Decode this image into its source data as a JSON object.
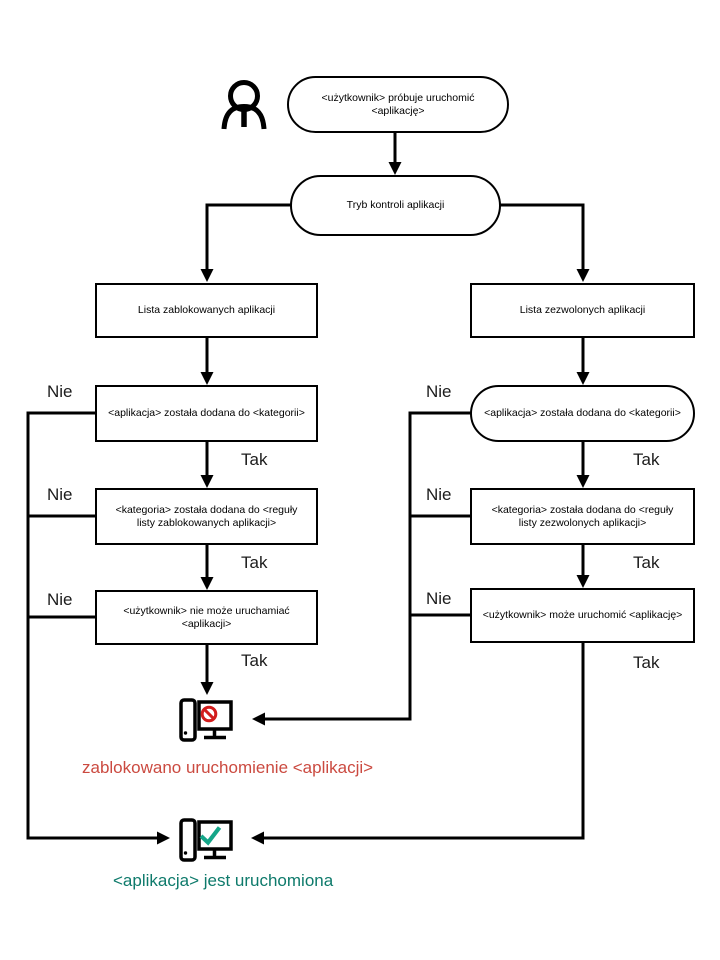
{
  "labels": {
    "no": "Nie",
    "yes": "Tak"
  },
  "nodes": {
    "start": {
      "line1": "<użytkownik> próbuje uruchomić",
      "line2": "<aplikację>"
    },
    "mode": {
      "label": "Tryb kontroli aplikacji"
    },
    "deny_list": {
      "label": "Lista zablokowanych aplikacji"
    },
    "allow_list": {
      "label": "Lista zezwolonych aplikacji"
    },
    "deny_app_in_category": {
      "label": "<aplikacja> została dodana do <kategorii>"
    },
    "allow_app_in_category": {
      "label": "<aplikacja> została dodana do <kategorii>"
    },
    "deny_category_in_rule": {
      "line1": "<kategoria> została dodana do <reguły",
      "line2": "listy zablokowanych aplikacji>"
    },
    "allow_category_in_rule": {
      "line1": "<kategoria> została dodana do <reguły",
      "line2": "listy zezwolonych aplikacji>"
    },
    "deny_user_cannot_run": {
      "line1": "<użytkownik> nie może uruchamiać",
      "line2": "<aplikacji>"
    },
    "allow_user_can_run": {
      "label": "<użytkownik> może uruchomić <aplikację>"
    }
  },
  "outcomes": {
    "blocked": "zablokowano uruchomienie <aplikacji>",
    "running": "<aplikacja> jest uruchomiona"
  },
  "icons": {
    "person": "user-icon",
    "blocked_computer": "computer-blocked-icon",
    "running_computer": "computer-running-icon"
  },
  "colors": {
    "line": "#000000",
    "blocked_text": "#cb4a40",
    "running_text": "#0e7a6b",
    "block_sign": "#d21d1d",
    "check_mark": "#15a689"
  }
}
